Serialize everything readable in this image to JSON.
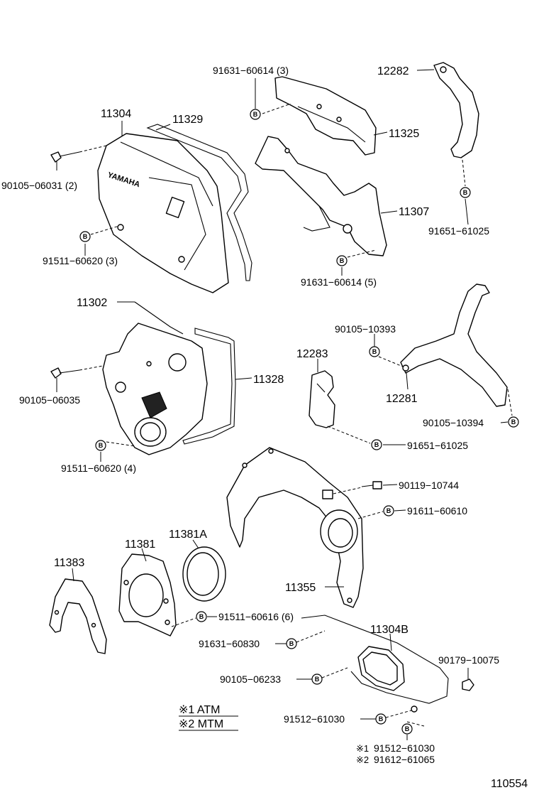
{
  "parts": {
    "p91631_60614_3": "91631−60614 (3)",
    "p12282": "12282",
    "p11304": "11304",
    "p11329": "11329",
    "p11325": "11325",
    "p90105_06031_2": "90105−06031 (2)",
    "p11307": "11307",
    "p91651_61025_top": "91651−61025",
    "p91511_60620_3": "91511−60620 (3)",
    "p91631_60614_5": "91631−60614 (5)",
    "p11302": "11302",
    "p90105_10393": "90105−10393",
    "p12283": "12283",
    "p11328": "11328",
    "p12281": "12281",
    "p90105_06035": "90105−06035",
    "p90105_10394": "90105−10394",
    "p91651_61025_mid": "91651−61025",
    "p91511_60620_4": "91511−60620 (4)",
    "p90119_10744": "90119−10744",
    "p91611_60610": "91611−60610",
    "p11381": "11381",
    "p11381A": "11381A",
    "p11383": "11383",
    "p11355": "11355",
    "p91511_60616_6": "91511−60616 (6)",
    "p11304B": "11304B",
    "p91631_60830": "91631−60830",
    "p90179_10075": "90179−10075",
    "p90105_06233": "90105−06233",
    "p91512_61030": "91512−61030",
    "p91512_61030_alt": "91512−61030",
    "p91612_61065": "91612−61065"
  },
  "notes": {
    "atm": "※1 ATM",
    "mtm": "※2 MTM",
    "mark1": "※1",
    "mark2": "※2"
  },
  "cover_text": "YAMAHA",
  "badge_letter": "B",
  "diagram_id": "110554"
}
